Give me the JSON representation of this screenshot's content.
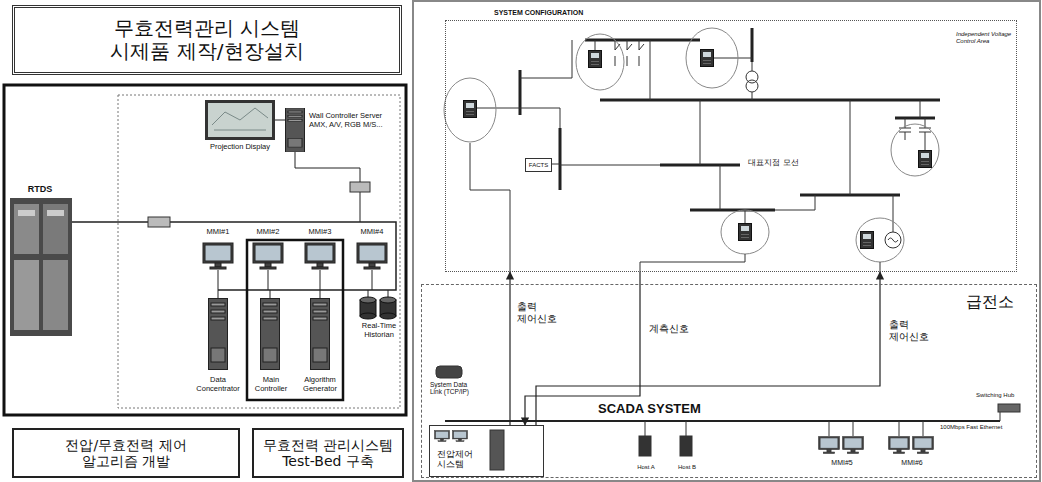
{
  "diagram": {
    "nodes": [
      {
        "text": [
          "무효전력관리 시스템 시제품 제작/현장설치"
        ]
      },
      {
        "text": [
          "RTDS"
        ]
      },
      {
        "text": [
          "Projection Display"
        ]
      },
      {
        "text": [
          "Wall Controller Server AMX, A/V, RGB M/S..."
        ]
      },
      {
        "text": [
          "MMI#1"
        ]
      },
      {
        "text": [
          "MMI#2"
        ]
      },
      {
        "text": [
          "MMI#3"
        ]
      },
      {
        "text": [
          "MMI#4"
        ]
      },
      {
        "text": [
          "Data Concentrator"
        ]
      },
      {
        "text": [
          "Main Controller"
        ]
      },
      {
        "text": [
          "Algorithm Generator"
        ]
      },
      {
        "text": [
          "Real-Time Historian"
        ]
      },
      {
        "text": [
          "전압/무효전력 제어 알고리즘 개발"
        ]
      },
      {
        "text": [
          "무효전력 관리시스템 Test-Bed 구축"
        ]
      },
      {
        "text": [
          "SYSTEM CONFIGURATION",
          "Independent Voltage Control Area"
        ]
      },
      {
        "text": [
          "FACTS"
        ],
        "in": 14
      },
      {
        "text": [
          "급전소"
        ]
      },
      {
        "text": [
          "전압제어 시스템"
        ],
        "in": 16
      },
      {
        "text": [
          "Host A"
        ],
        "in": 16
      },
      {
        "text": [
          "Host B"
        ],
        "in": 16
      },
      {
        "text": [
          "MMI#5"
        ],
        "in": 16
      },
      {
        "text": [
          "MMI#6"
        ],
        "in": 16
      }
    ],
    "edges": [
      {
        "from": 17,
        "to": 14,
        "label": "출력 제어신호",
        "arrow": "to"
      },
      {
        "from": 14,
        "to": 17,
        "label": "계측신호",
        "arrow": "to"
      },
      {
        "from": 17,
        "to": 14,
        "label": "출력 제어신호",
        "arrow": "to"
      }
    ],
    "labels": [
      "대표지점 모선",
      "SCADA SYSTEM",
      "System Data Link (TCP/IP)",
      "Switching Hub",
      "100Mbps Fast Ethernet"
    ]
  }
}
